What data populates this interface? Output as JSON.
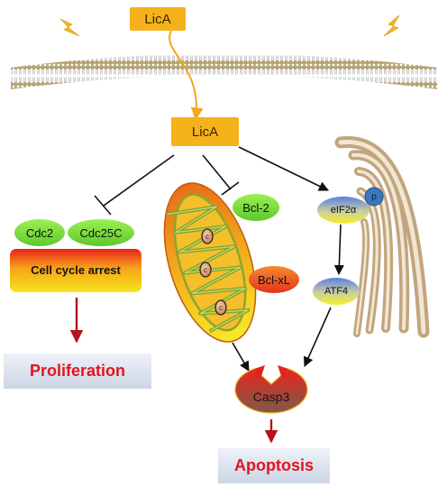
{
  "nodes": {
    "lica_outside": "LicA",
    "lica_inside": "LicA",
    "cdc2": "Cdc2",
    "cdc25c": "Cdc25C",
    "cell_cycle_arrest": "Cell cycle arrest",
    "bcl2": "Bcl-2",
    "bclxl": "Bcl-xL",
    "cytochrome_c": "c",
    "eif2a": "eIF2α",
    "phosphate": "p",
    "atf4": "ATF4",
    "casp3": "Casp3"
  },
  "outcomes": {
    "proliferation": "Proliferation",
    "apoptosis": "Apoptosis"
  },
  "icons": [
    "lightning-icon",
    "lightning-icon"
  ],
  "colors": {
    "lica_box": "#f5b21a",
    "outcome_text": "#e3141d",
    "outcome_arrow": "#b4141d",
    "inhibitor_green": "#7fe042",
    "bclxl_red": "#e5331a"
  }
}
